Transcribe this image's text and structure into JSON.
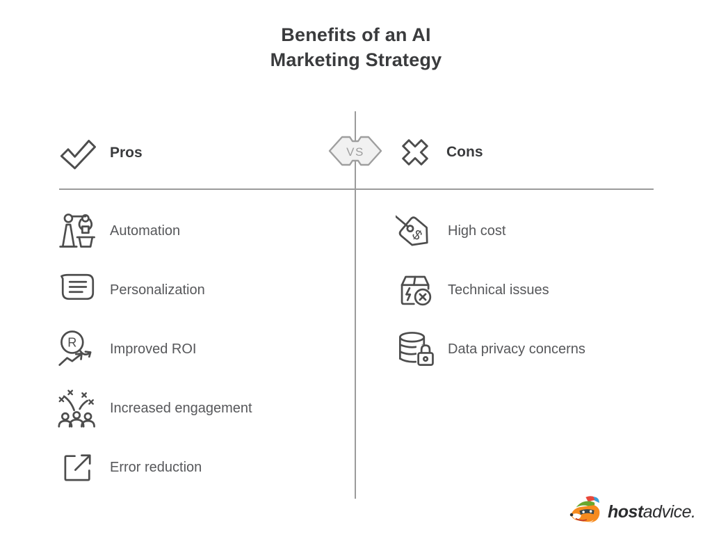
{
  "title": {
    "line1": "Benefits of an AI",
    "line2": "Marketing Strategy"
  },
  "vs_badge": {
    "label": "VS",
    "fill": "#f1f1f1",
    "border": "#9e9e9e",
    "text_color": "#9e9e9e"
  },
  "divider": {
    "color": "#9b9b9b"
  },
  "icon_style": {
    "stroke": "#4d4d4d"
  },
  "pros": {
    "header": "Pros",
    "header_icon": "check-icon",
    "items": [
      {
        "label": "Automation",
        "icon": "robot-arm-icon"
      },
      {
        "label": "Personalization",
        "icon": "chat-bubble-icon"
      },
      {
        "label": "Improved ROI",
        "icon": "roi-growth-icon"
      },
      {
        "label": "Increased engagement",
        "icon": "people-celebration-icon"
      },
      {
        "label": "Error reduction",
        "icon": "arrow-out-box-icon"
      }
    ]
  },
  "cons": {
    "header": "Cons",
    "header_icon": "cross-icon",
    "items": [
      {
        "label": "High cost",
        "icon": "price-tag-icon"
      },
      {
        "label": "Technical issues",
        "icon": "broken-package-icon"
      },
      {
        "label": "Data privacy concerns",
        "icon": "database-lock-icon"
      }
    ]
  },
  "logo": {
    "brand_bold": "host",
    "brand_regular": "advice.",
    "fox_orange": "#f68b1f",
    "hat_green": "#6aa72e",
    "feather_red": "#e8483a"
  }
}
